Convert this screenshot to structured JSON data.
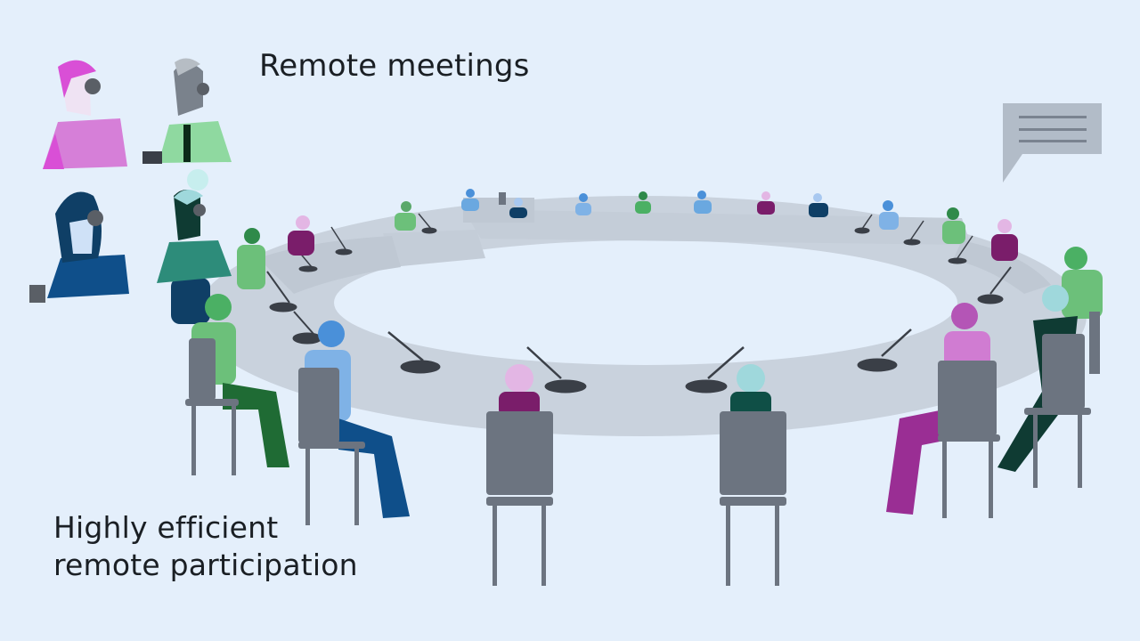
{
  "captions": {
    "top": "Remote meetings",
    "bottom_line1": "Highly efficient",
    "bottom_line2": "remote participation"
  },
  "icons": {
    "chat": "speech-bubble-icon"
  },
  "colors": {
    "background": "#e4effb",
    "table": "#c9d2dd",
    "table_shadow": "#b8c2ce",
    "chair": "#6c7480",
    "text": "#1a1f24",
    "pink": "#d67fd8",
    "magenta": "#d94fd6",
    "green": "#6cc07a",
    "dark_green": "#1f6b34",
    "navy": "#0f3f66",
    "blue": "#4a90d9",
    "teal": "#2d8c7a",
    "purple": "#7a1d6a"
  },
  "remote_participants": [
    {
      "label": "remote-participant-pink"
    },
    {
      "label": "remote-participant-green-tie"
    },
    {
      "label": "remote-participant-navy"
    },
    {
      "label": "remote-participant-teal"
    }
  ]
}
